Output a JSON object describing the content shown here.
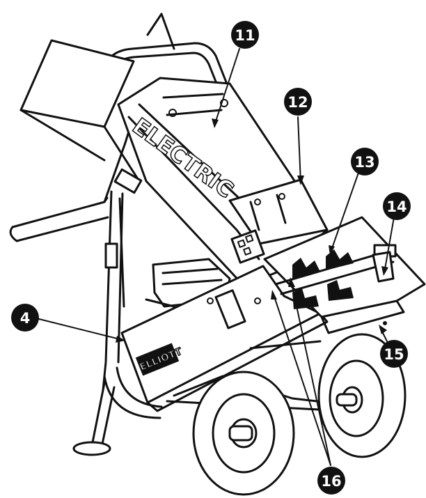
{
  "branding": {
    "hopper_lettering": "ELECTRIC",
    "plate_lettering": "ELLIOTT"
  },
  "callouts": [
    {
      "id": "c11",
      "label": "11"
    },
    {
      "id": "c12",
      "label": "12"
    },
    {
      "id": "c13",
      "label": "13"
    },
    {
      "id": "c14",
      "label": "14"
    },
    {
      "id": "c4",
      "label": "4"
    },
    {
      "id": "c15",
      "label": "15"
    },
    {
      "id": "c16",
      "label": "16"
    }
  ]
}
